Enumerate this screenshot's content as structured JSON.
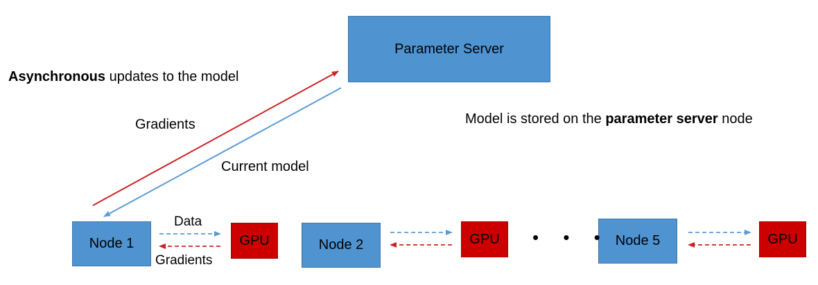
{
  "colors": {
    "node_fill": "#4f93d0",
    "gpu_fill": "#cc0000",
    "gradient_arrow": "#cc2222",
    "model_arrow": "#5b9bd5"
  },
  "server": {
    "label": "Parameter Server"
  },
  "labels": {
    "async_bold": "Asynchronous",
    "async_rest": " updates to the model",
    "gradients_main": "Gradients",
    "current_model": "Current  model",
    "model_stored_prefix": "Model  is stored on the ",
    "model_stored_bold": "parameter  server",
    "model_stored_suffix": " node",
    "data": "Data",
    "gradients_small": "Gradients",
    "ellipsis": "• • •"
  },
  "nodes": [
    {
      "label": "Node  1"
    },
    {
      "label": "Node  2"
    },
    {
      "label": "Node  5"
    }
  ],
  "gpus": [
    {
      "label": "GPU"
    },
    {
      "label": "GPU"
    },
    {
      "label": "GPU"
    }
  ]
}
